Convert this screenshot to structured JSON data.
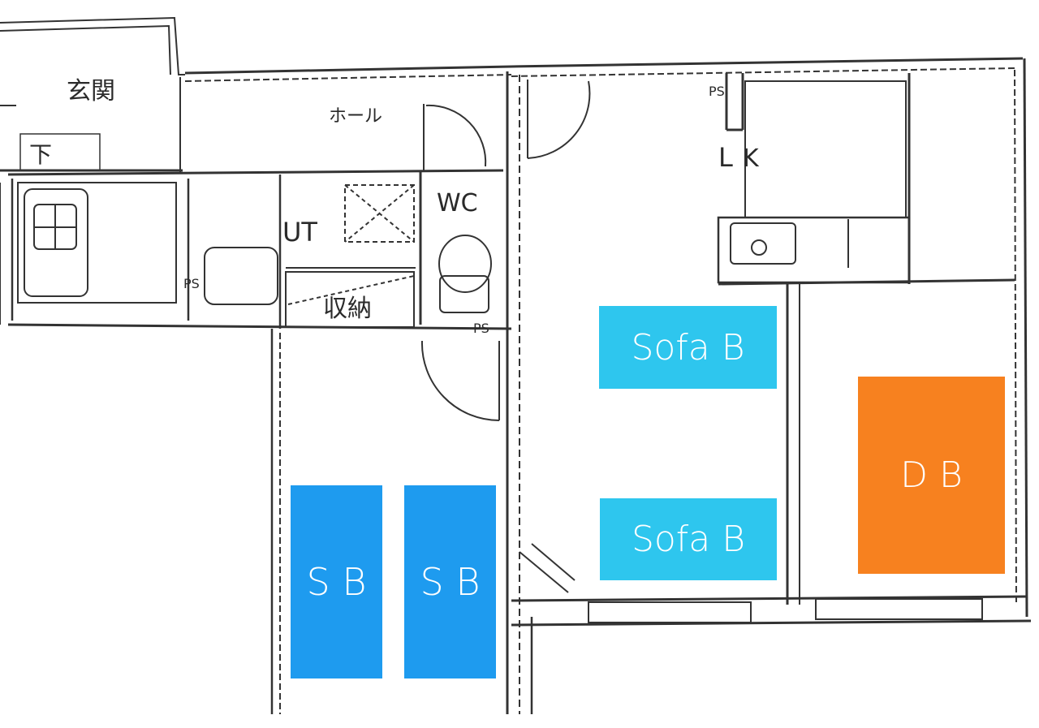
{
  "rooms": {
    "entrance": "玄関",
    "shoe_box": "下",
    "hall": "ホール",
    "washroom": "UT",
    "toilet": "WC",
    "storage": "収納",
    "kitchen": "K",
    "living": "L",
    "pipe_space": "PS"
  },
  "beds": [
    {
      "id": "sofa-bed-1",
      "label": "Sofa B",
      "color": "#2ec6ee"
    },
    {
      "id": "sofa-bed-2",
      "label": "Sofa B",
      "color": "#2ec6ee"
    },
    {
      "id": "double-bed",
      "label": "D B",
      "color": "#f7811f"
    },
    {
      "id": "single-bed-1",
      "label": "S B",
      "color": "#1e9bef"
    },
    {
      "id": "single-bed-2",
      "label": "S B",
      "color": "#1e9bef"
    }
  ]
}
